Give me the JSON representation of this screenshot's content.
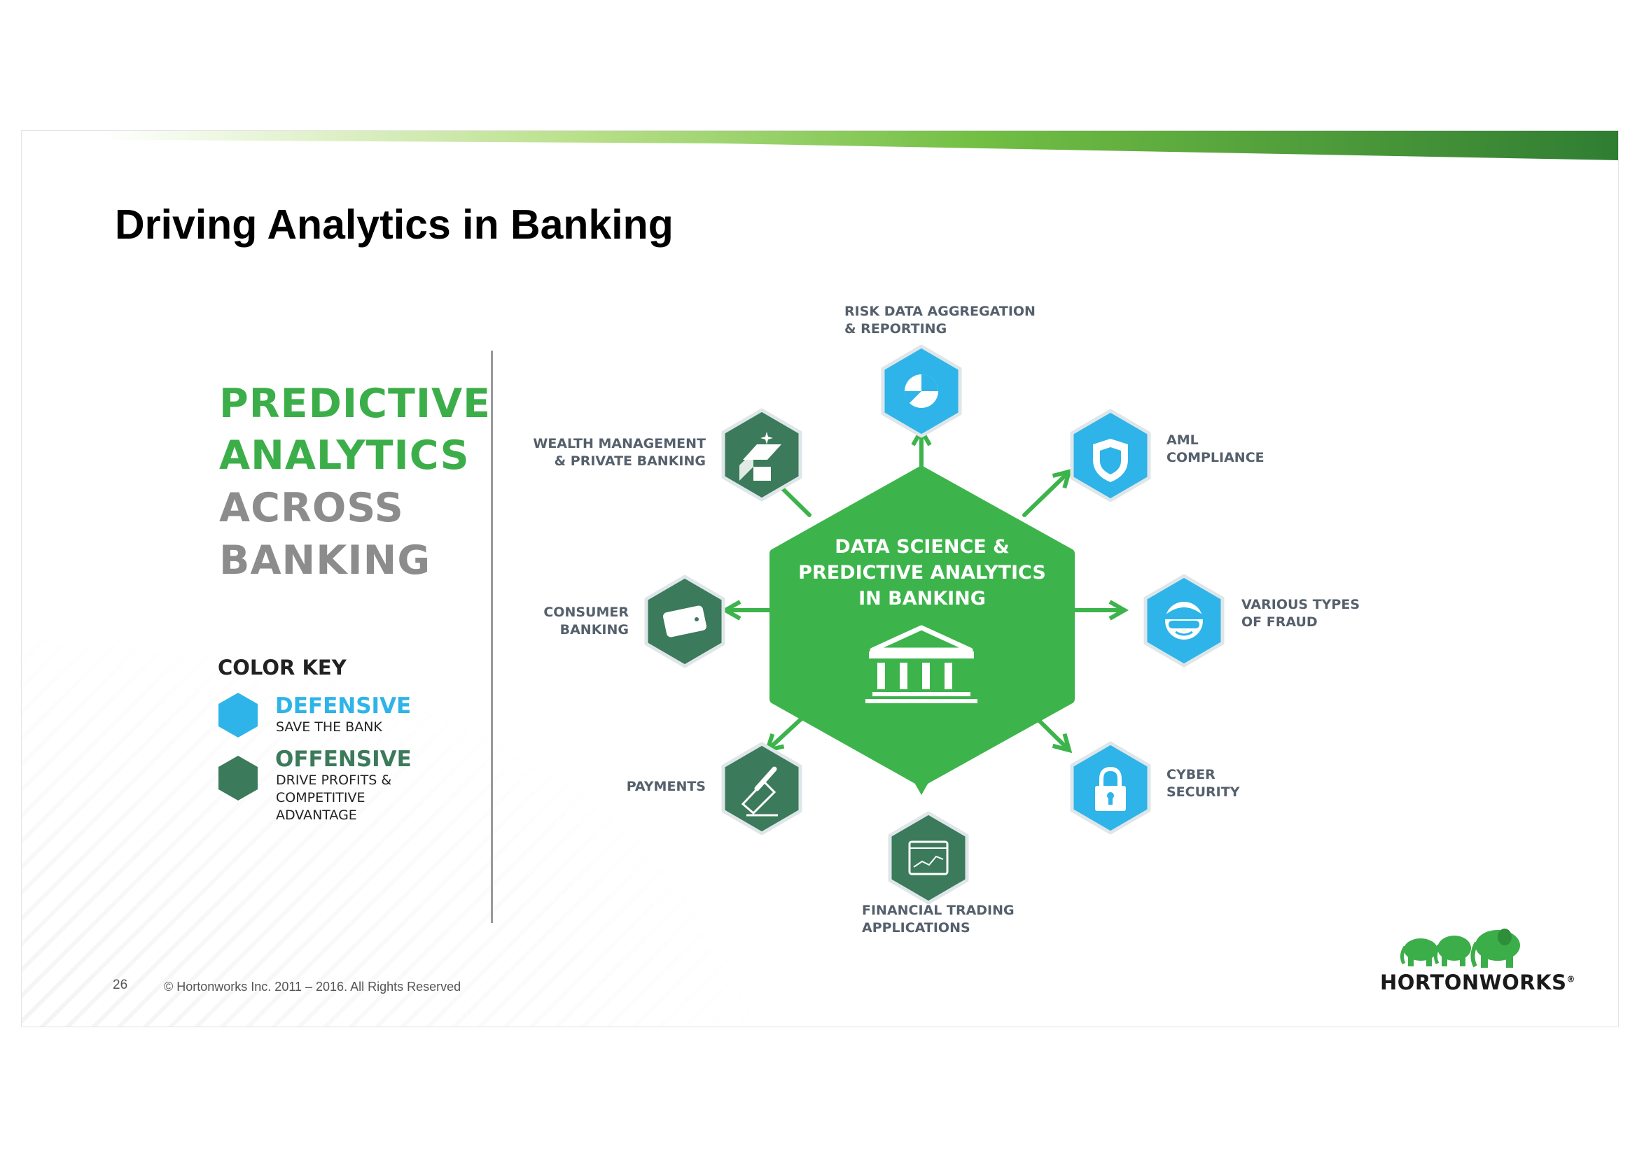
{
  "slide": {
    "title": "Driving Analytics in Banking",
    "headline": [
      "PREDICTIVE",
      "ANALYTICS",
      "ACROSS",
      "BANKING"
    ],
    "color_key": {
      "title": "COLOR KEY",
      "defensive": {
        "label": "DEFENSIVE",
        "sub": "SAVE THE BANK",
        "color": "#2eb4e8"
      },
      "offensive": {
        "label": "OFFENSIVE",
        "sub": "DRIVE PROFITS &\nCOMPETITIVE\nADVANTAGE",
        "color": "#3b7a5a"
      }
    },
    "center": {
      "text": "DATA SCIENCE &\nPREDICTIVE ANALYTICS\nIN BANKING",
      "color": "#3cb44b",
      "icon": "bank-building-icon"
    },
    "nodes": [
      {
        "id": "risk",
        "label": "RISK DATA AGGREGATION\n& REPORTING",
        "type": "defensive",
        "icon": "pie-chart-icon"
      },
      {
        "id": "aml",
        "label": "AML\nCOMPLIANCE",
        "type": "defensive",
        "icon": "shield-icon"
      },
      {
        "id": "fraud",
        "label": "VARIOUS TYPES\nOF FRAUD",
        "type": "defensive",
        "icon": "thief-mask-icon"
      },
      {
        "id": "cyber",
        "label": "CYBER\nSECURITY",
        "type": "defensive",
        "icon": "padlock-icon"
      },
      {
        "id": "trading",
        "label": "FINANCIAL TRADING\nAPPLICATIONS",
        "type": "offensive",
        "icon": "trading-chart-icon"
      },
      {
        "id": "payments",
        "label": "PAYMENTS",
        "type": "offensive",
        "icon": "signing-pen-icon"
      },
      {
        "id": "consumer",
        "label": "CONSUMER\nBANKING",
        "type": "offensive",
        "icon": "wallet-icon"
      },
      {
        "id": "wealth",
        "label": "WEALTH MANAGEMENT\n& PRIVATE BANKING",
        "type": "offensive",
        "icon": "gold-bars-icon"
      }
    ],
    "arrow_color": "#3cb44b",
    "top_bar_colors": [
      "#ffffff",
      "#9bd46b",
      "#3a8a3c"
    ]
  },
  "footer": {
    "page_number": "26",
    "copyright": "© Hortonworks Inc. 2011 – 2016. All Rights Reserved",
    "logo": "HORTONWORKS",
    "logo_mark": "®",
    "logo_color": "#3cae49"
  }
}
